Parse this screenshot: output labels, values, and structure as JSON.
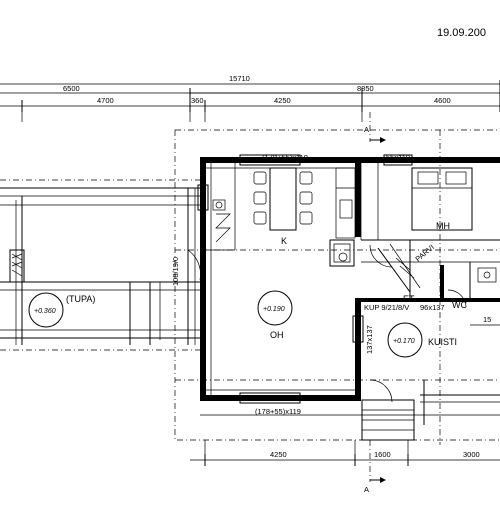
{
  "header": {
    "date": "19.09.200"
  },
  "dimensions": {
    "top_overall": "15710",
    "top_left": "6500",
    "top_right": "8850",
    "top_seg1": "4700",
    "top_seg2": "360",
    "top_seg3": "4250",
    "top_seg4": "4600",
    "bottom_seg1": "4250",
    "bottom_seg2": "1600",
    "bottom_seg3": "3000",
    "right_partial": "15",
    "window_top_k": "(178+55)x119",
    "window_top_mh": "55x119",
    "window_bottom_oh": "(178+55)x119",
    "door_oh": "108/19/0",
    "door_kuisti": "KUP 9/21/8/V",
    "window_kuisti": "96x137",
    "window_kuisti_side": "137x137",
    "parvi_label": "PARVI"
  },
  "section_markers": {
    "top": "A",
    "bottom": "A"
  },
  "rooms": {
    "tupa": "(TUPA)",
    "k": "K",
    "oh": "OH",
    "mh": "MH",
    "et": "ET",
    "wc": "WC",
    "kuisti": "KUISTI"
  },
  "levels": {
    "tupa": "+0.360",
    "oh": "+0.190",
    "kuisti": "+0.170"
  }
}
